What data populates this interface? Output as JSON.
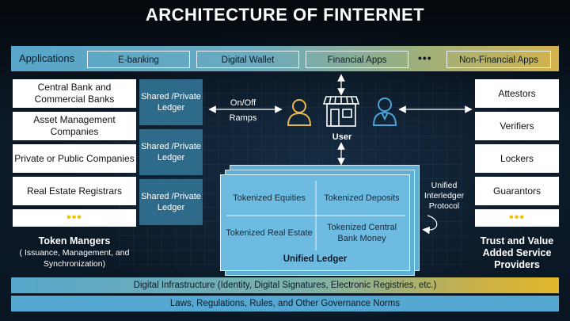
{
  "title": "ARCHITECTURE OF FINTERNET",
  "applications": {
    "label": "Applications",
    "items": [
      "E-banking",
      "Digital Wallet",
      "Financial Apps",
      "Non-Financial Apps"
    ],
    "ellipsis": "•••"
  },
  "token_managers": {
    "items": [
      "Central Bank and Commercial Banks",
      "Asset Management Companies",
      "Private or Public Companies",
      "Real Estate Registrars"
    ],
    "ellipsis": "•••",
    "title": "Token Mangers",
    "subtitle": "( Issuance, Management, and Synchronization)"
  },
  "ledgers": [
    "Shared /Private Ledger",
    "Shared /Private Ledger",
    "Shared /Private Ledger"
  ],
  "ramps": {
    "line1": "On/Off",
    "line2": "Ramps"
  },
  "user_label": "User",
  "unified_ledger": {
    "quadrants": [
      "Tokenized Equities",
      "Tokenized Deposits",
      "Tokenized Real Estate",
      "Tokenized Central Bank Money"
    ],
    "title": "Unified Ledger",
    "protocol": "Unified Interledger Protocol"
  },
  "trust": {
    "items": [
      "Attestors",
      "Verifiers",
      "Lockers",
      "Guarantors"
    ],
    "ellipsis": "•••",
    "title": "Trust and Value Added Service Providers"
  },
  "bottom": {
    "infrastructure": "Digital Infrastructure (Identity, Digital Signatures, Electronic Registries, etc.)",
    "laws": "Laws, Regulations, Rules, and Other Governance Norms"
  },
  "colors": {
    "background": "#0b1420",
    "accent_blue": "#5fb0d4",
    "accent_gold": "#e2b72a",
    "ledger_teal": "#2e6a8a",
    "icon_gold": "#e9b84a",
    "icon_blue": "#4aa3d8"
  }
}
